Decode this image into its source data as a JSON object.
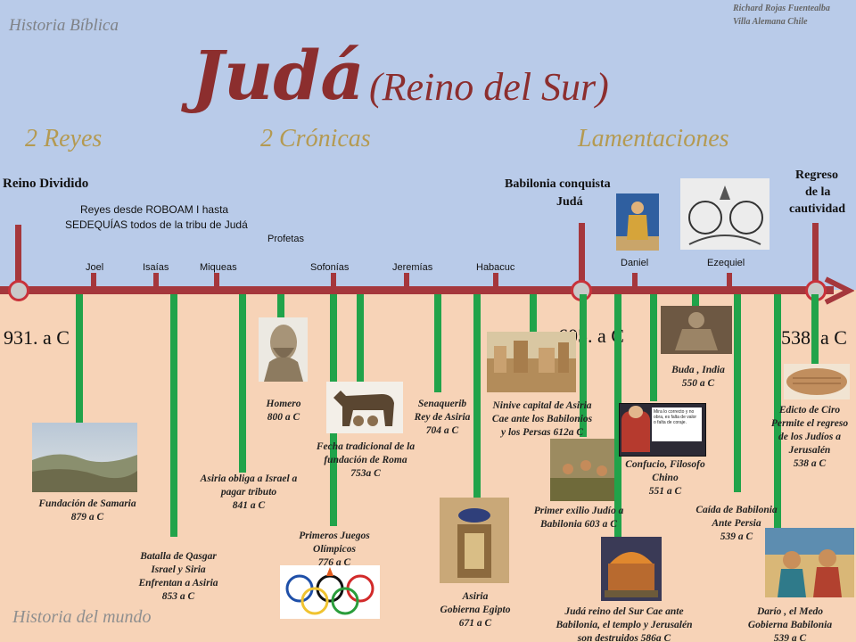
{
  "header": {
    "left_label": "Historia Bíblica",
    "credit_name": "Richard Rojas Fuentealba",
    "credit_place": "Villa Alemana Chile",
    "title": "Judá",
    "subtitle": "(Reino del Sur)"
  },
  "books": [
    "2 Reyes",
    "2 Crónicas",
    "Lamentaciones"
  ],
  "top_events": {
    "reino_dividido": "Reino Dividido",
    "reyes_line1": "Reyes  desde ROBOAM  I  hasta",
    "reyes_line2": "SEDEQUÍAS todos de la tribu  de Judá",
    "profetas": "Profetas",
    "babilonia_line1": "Babilonia conquista",
    "babilonia_line2": "Judá",
    "regreso_line1": "Regreso",
    "regreso_line2": "de  la",
    "regreso_line3": "cautividad"
  },
  "prophets": [
    "Joel",
    "Isaías",
    "Miqueas",
    "Sofonías",
    "Jeremías",
    "Habacuc",
    "Daniel",
    "Ezequiel"
  ],
  "dates": [
    "931. a C",
    "605. a C",
    "538. a C"
  ],
  "world_events": {
    "samaria_1": "Fundación de Samaria",
    "samaria_2": "879  a C",
    "qasgar_1": "Batalla de Qasgar",
    "qasgar_2": "Israel y Siria",
    "qasgar_3": "Enfrentan a Asiria",
    "qasgar_4": "853 a C",
    "asiria_tributo_1": "Asiria obliga a Israel  a",
    "asiria_tributo_2": "pagar tributo",
    "asiria_tributo_3": "841 a C",
    "homero_1": "Homero",
    "homero_2": "800 a C",
    "juegos_1": "Primeros Juegos",
    "juegos_2": "Olímpicos",
    "juegos_3": "776  a C",
    "roma_1": "Fecha tradicional de la",
    "roma_2": "fundación de Roma",
    "roma_3": "753a C",
    "senaquerib_1": "Senaquerib",
    "senaquerib_2": "Rey de Asiria",
    "senaquerib_3": "704  a C",
    "ninive_1": "Ninive capital de Asiria",
    "ninive_2": "Cae  ante los Babilonios",
    "ninive_3": "y los Persas  612a C",
    "egipto_1": "Asiria",
    "egipto_2": "Gobierna Egipto",
    "egipto_3": "671 a C",
    "exilio_1": "Primer exilio Judío a",
    "exilio_2": "Babilonia  603 a C",
    "confucio_1": "Confucio, Filosofo",
    "confucio_2": "Chino",
    "confucio_3": "551  a C",
    "buda_1": "Buda , India",
    "buda_2": "550  a C",
    "caida_1": "Caída de Babilonia",
    "caida_2": "Ante Persia",
    "caida_3": "539 a C",
    "ciro_1": "Edicto de Ciro",
    "ciro_2": "Permite el regreso",
    "ciro_3": "de los Judíos  a",
    "ciro_4": "Jerusalén",
    "ciro_5": "538  a C",
    "juda_cae_1": "Judá  reino del Sur Cae  ante",
    "juda_cae_2": "Babilonia, el templo y Jerusalén",
    "juda_cae_3": "son destruidos  586a C",
    "dario_1": "Darío , el Medo",
    "dario_2": "Gobierna Babilonia",
    "dario_3": "539 a C"
  },
  "footer_label": "Historia del mundo",
  "confucio_quote": "Mira lo correcto y no obra, es falta de valor o falta de coraje.",
  "colors": {
    "axis": "#a5373c",
    "world_bar": "#21a34a",
    "title": "#8c2e2e",
    "books": "#b49a52"
  }
}
